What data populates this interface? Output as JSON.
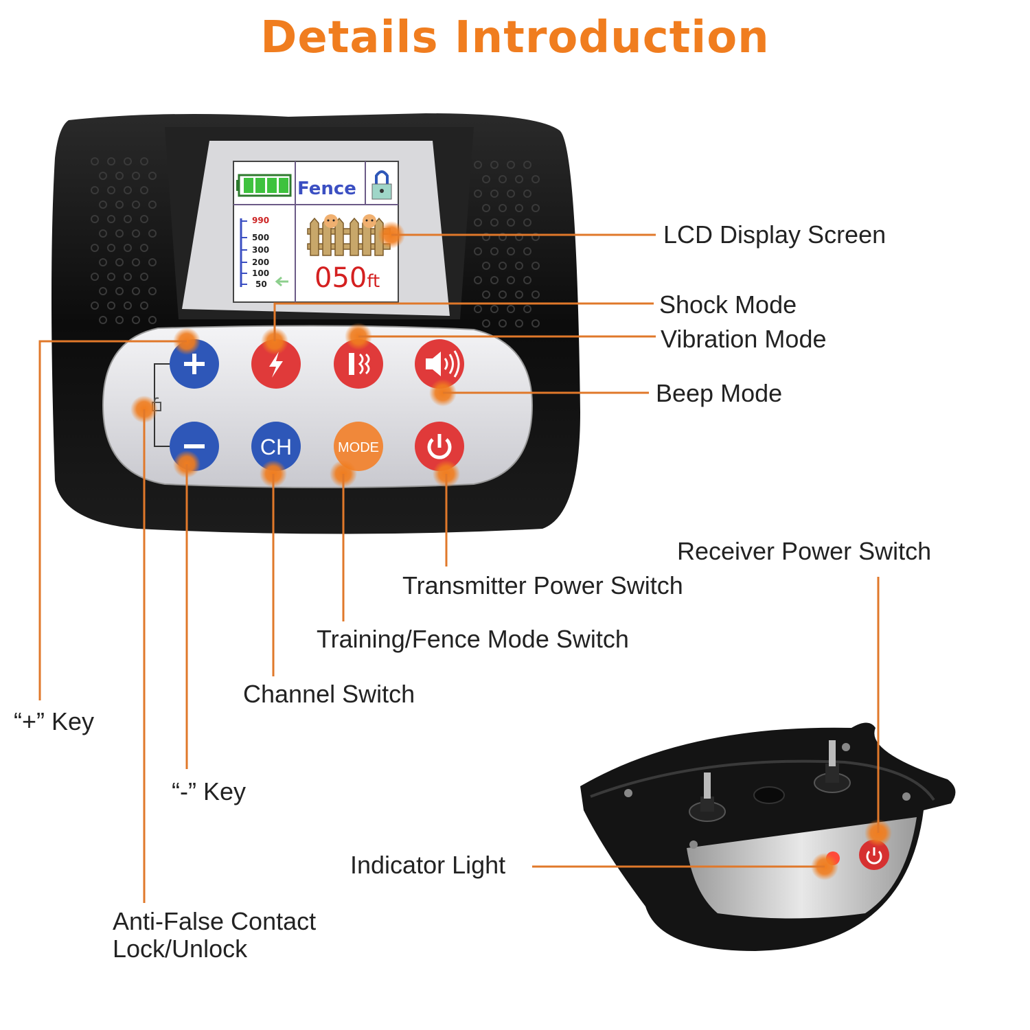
{
  "title": "Details Introduction",
  "lcd": {
    "mode_label": "Fence",
    "scale": [
      "990",
      "500",
      "300",
      "200",
      "100",
      "50"
    ],
    "distance_value": "050",
    "distance_unit": "ft"
  },
  "buttons": {
    "ch_label": "CH",
    "mode_label": "MODE"
  },
  "callouts": {
    "lcd_display": "LCD Display Screen",
    "shock_mode": "Shock Mode",
    "vibration_mode": "Vibration Mode",
    "beep_mode": "Beep Mode",
    "receiver_power": "Receiver Power Switch",
    "transmitter_power": "Transmitter Power Switch",
    "training_fence": "Training/Fence Mode Switch",
    "channel_switch": "Channel Switch",
    "plus_key": "“+” Key",
    "minus_key": "“-” Key",
    "indicator_light": "Indicator Light",
    "anti_false_line1": "Anti-False Contact",
    "anti_false_line2": "Lock/Unlock"
  },
  "colors": {
    "accent": "#f07d1f",
    "blue_button": "#2e57b8",
    "red_button": "#e03a3a",
    "orange_button": "#f0883a",
    "device_body": "#111111"
  }
}
